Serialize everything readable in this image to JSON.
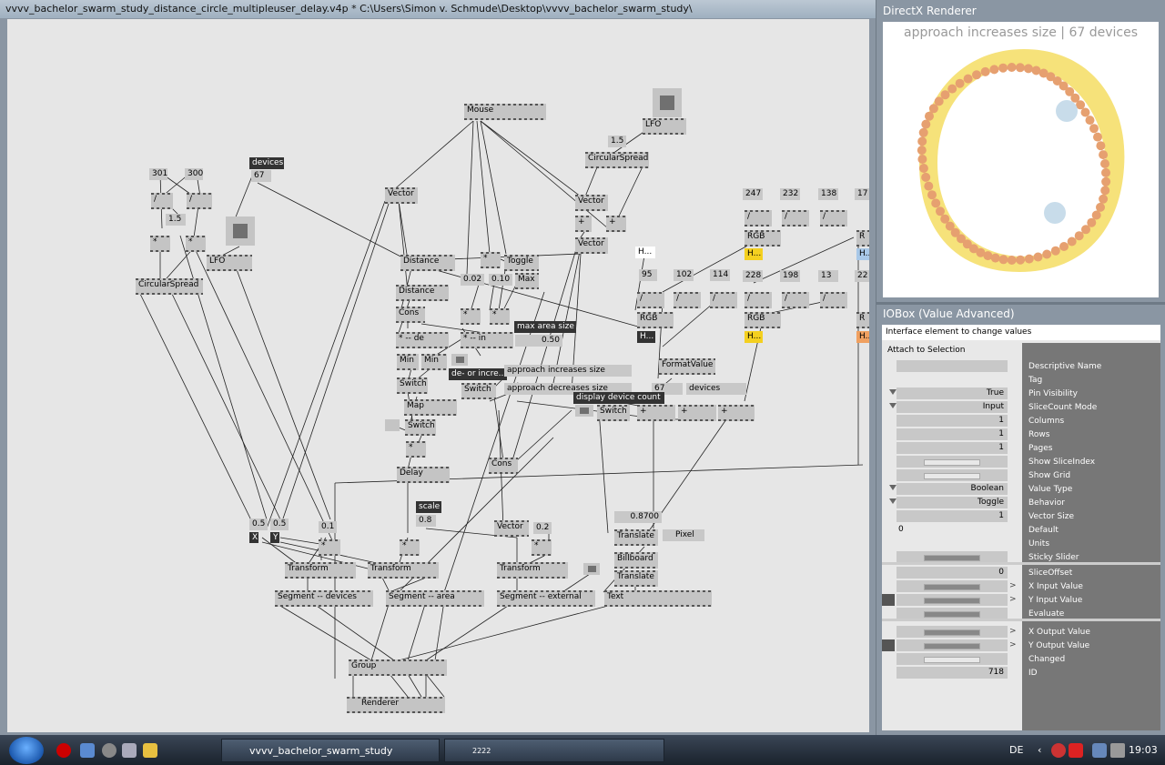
{
  "patch_window": {
    "title": "vvvv_bachelor_swarm_study_distance_circle_multipleuser_delay.v4p *  C:\\Users\\Simon v. Schmude\\Desktop\\vvvv_bachelor_swarm_study\\"
  },
  "nodes": {
    "mouse": "Mouse",
    "lfo_top": "LFO",
    "iob_1_5_top": "1.5",
    "circularspread_top": "CircularSpread",
    "vector_a": "Vector",
    "plus_a": "+",
    "plus_b": "+",
    "vector_b": "Vector",
    "iob_301": "301",
    "iob_300": "300",
    "div_a": "/",
    "div_b": "/",
    "iob_1_5": "1.5",
    "mul_a": "*",
    "mul_b": "*",
    "lfo_left": "LFO",
    "circularspread_left": "CircularSpread",
    "label_devices": "devices",
    "iob_67": "67",
    "vector_c": "Vector",
    "distance_a": "Distance",
    "distance_b": "Distance",
    "mul_toggle": "*",
    "toggle": "Toggle",
    "iob_002": "0.02",
    "iob_010": "0.10",
    "max": "Max",
    "cons_a": "Cons",
    "mul_c": "*",
    "mul_d": "*",
    "label_max_area_size": "max area size",
    "iob_050": "0.50",
    "mul_de": "*  --  de",
    "mul_in": "*  --  in",
    "min_a": "Min",
    "min_b": "Min",
    "switch_a": "Switch",
    "label_de_increase": "de- or incre...",
    "iob_approach_inc": "approach increases size",
    "iob_approach_dec": "approach decreases size",
    "switch_b": "Switch",
    "map": "Map",
    "switch_c": "Switch",
    "mul_e": "*",
    "delay": "Delay",
    "cons_b": "Cons",
    "iob_h_white": "H...",
    "iob_95": "95",
    "iob_102": "102",
    "iob_114": "114",
    "div_rgb_a1": "/",
    "div_rgb_a2": "/",
    "div_rgb_a3": "/",
    "rgb_a": "RGB",
    "iob_h_dark": "H...",
    "formatvalue": "FormatValue",
    "iob_67b": "67",
    "iob_devices_str": "devices",
    "label_display_count": "display device count",
    "switch_d": "Switch",
    "plus_c": "+",
    "plus_d": "+",
    "plus_e": "+",
    "iob_247": "247",
    "iob_232": "232",
    "iob_138": "138",
    "iob_17": "17",
    "div_rgb_b1": "/",
    "div_rgb_b2": "/",
    "div_rgb_b3": "/",
    "rgb_b": "RGB",
    "rgb_b_r": "R",
    "iob_h_yel": "H...",
    "iob_h_blu": "H...",
    "iob_228": "228",
    "iob_198": "198",
    "iob_13": "13",
    "iob_22": "22",
    "div_rgb_c1": "/",
    "div_rgb_c2": "/",
    "div_rgb_c3": "/",
    "rgb_c": "RGB",
    "rgb_c_r": "R",
    "iob_h_yel2": "H...",
    "iob_h_ora": "H...",
    "iob_x_05": "0.5",
    "iob_y_05": "0.5",
    "label_x": "X",
    "label_y": "Y",
    "iob_01": "0.1",
    "mul_f": "*",
    "label_scale": "scale",
    "iob_08": "0.8",
    "mul_g": "*",
    "vector_d": "Vector",
    "iob_02": "0.2",
    "mul_h": "*",
    "transform_a": "Transform",
    "transform_b": "Transform",
    "transform_c": "Transform",
    "segment_devices": "Segment -- devices",
    "segment_area": "Segment -- area",
    "segment_external": "Segment -- external",
    "iob_08700": "0.8700",
    "pixel": "Pixel",
    "translate_a": "Translate",
    "billboard": "Billboard",
    "translate_b": "Translate",
    "text": "Text",
    "group": "Group",
    "renderer": "Renderer"
  },
  "renderer_window": {
    "title": "DirectX Renderer",
    "overlay_text": "approach increases size | 67 devices",
    "device_count": 67,
    "colors": {
      "ring_fill": "#f6e27a",
      "dot": "#e6a070",
      "blob": "#c8dcea"
    }
  },
  "iobox_window": {
    "title": "IOBox (Value Advanced)",
    "description": "Interface element to change values",
    "attach": "Attach to Selection",
    "rows": [
      {
        "name": "Descriptive Name",
        "value": "",
        "kind": "text"
      },
      {
        "name": "Tag",
        "value": "",
        "kind": "none"
      },
      {
        "name": "Pin Visibility",
        "value": "True",
        "kind": "enum"
      },
      {
        "name": "SliceCount Mode",
        "value": "Input",
        "kind": "enum"
      },
      {
        "name": "Columns",
        "value": "1",
        "kind": "num"
      },
      {
        "name": "Rows",
        "value": "1",
        "kind": "num"
      },
      {
        "name": "Pages",
        "value": "1",
        "kind": "num"
      },
      {
        "name": "Show SliceIndex",
        "value": "",
        "kind": "hollow"
      },
      {
        "name": "Show Grid",
        "value": "",
        "kind": "hollow"
      },
      {
        "name": "Value Type",
        "value": "Boolean",
        "kind": "enum"
      },
      {
        "name": "Behavior",
        "value": "Toggle",
        "kind": "enum"
      },
      {
        "name": "Vector Size",
        "value": "1",
        "kind": "num"
      },
      {
        "name": "Default",
        "value": "0",
        "kind": "left"
      },
      {
        "name": "Units",
        "value": "",
        "kind": "none"
      },
      {
        "name": "Sticky Slider",
        "value": "",
        "kind": "bar"
      },
      {
        "name": "SliceOffset",
        "value": "0",
        "kind": "num"
      },
      {
        "name": "X Input Value",
        "value": "",
        "kind": "bar"
      },
      {
        "name": "Y Input Value",
        "value": "",
        "kind": "bar"
      },
      {
        "name": "Evaluate",
        "value": "",
        "kind": "bar"
      },
      {
        "name": "X Output Value",
        "value": "",
        "kind": "bar"
      },
      {
        "name": "Y Output Value",
        "value": "",
        "kind": "bar"
      },
      {
        "name": "Changed",
        "value": "",
        "kind": "hollow"
      },
      {
        "name": "ID",
        "value": "718",
        "kind": "num"
      }
    ]
  },
  "taskbar": {
    "task_folder": "vvvv_bachelor_swarm_study",
    "task_app": "2222",
    "language": "DE",
    "clock": "19:03"
  }
}
